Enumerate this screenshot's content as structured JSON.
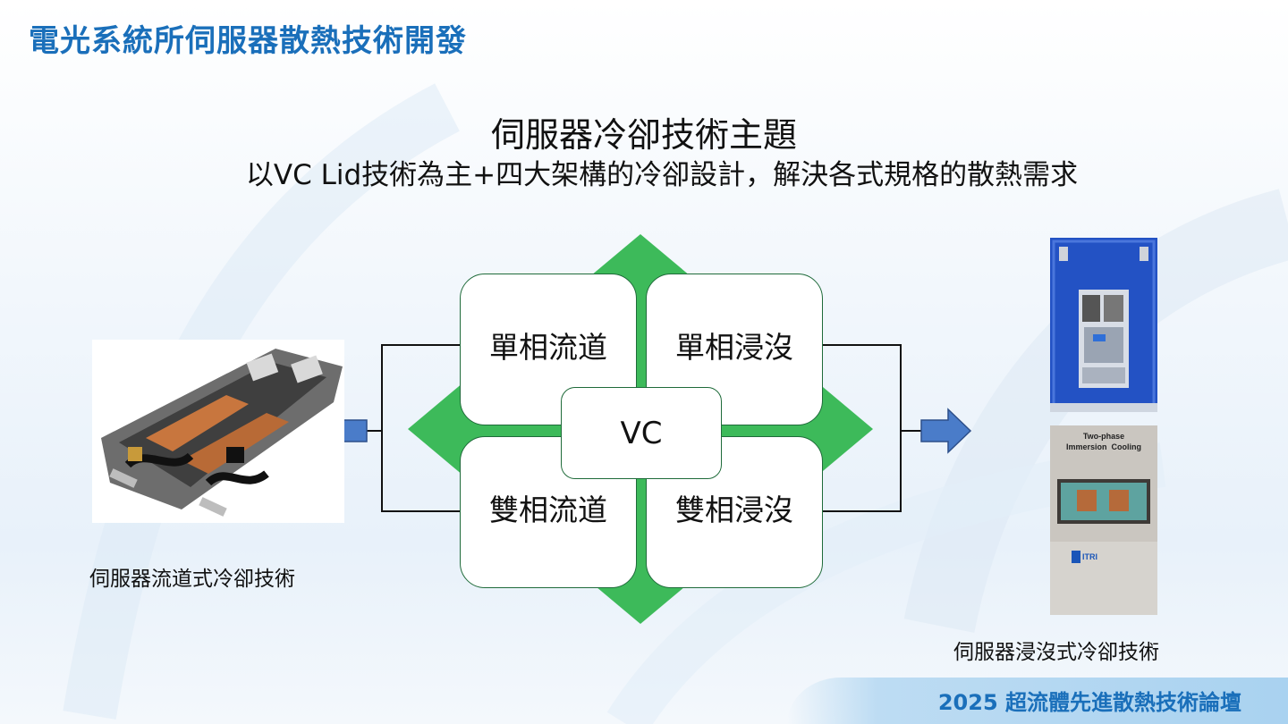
{
  "header": {
    "title": "電光系統所伺服器散熱技術開發"
  },
  "slide": {
    "main_title": "伺服器冷卻技術主題",
    "subtitle": "以VC Lid技術為主+四大架構的冷卻設計，解決各式規格的散熱需求"
  },
  "diagram": {
    "top_left": "單相流道",
    "top_right": "單相浸沒",
    "bottom_left": "雙相流道",
    "bottom_right": "雙相浸沒",
    "center": "VC"
  },
  "left_photo": {
    "caption": "伺服器流道式冷卻技術"
  },
  "right_photo": {
    "caption": "伺服器浸沒式冷卻技術",
    "panel_line1": "Two-phase",
    "panel_line2": "Immersion  Cooling",
    "logo_text": "ITRI"
  },
  "footer": {
    "text": "2025 超流體先進散熱技術論壇"
  },
  "colors": {
    "accent_blue": "#1a6fba",
    "green": "#3dba5a",
    "arrow_blue": "#4a7cc9",
    "box_border": "#1f6b3a"
  }
}
